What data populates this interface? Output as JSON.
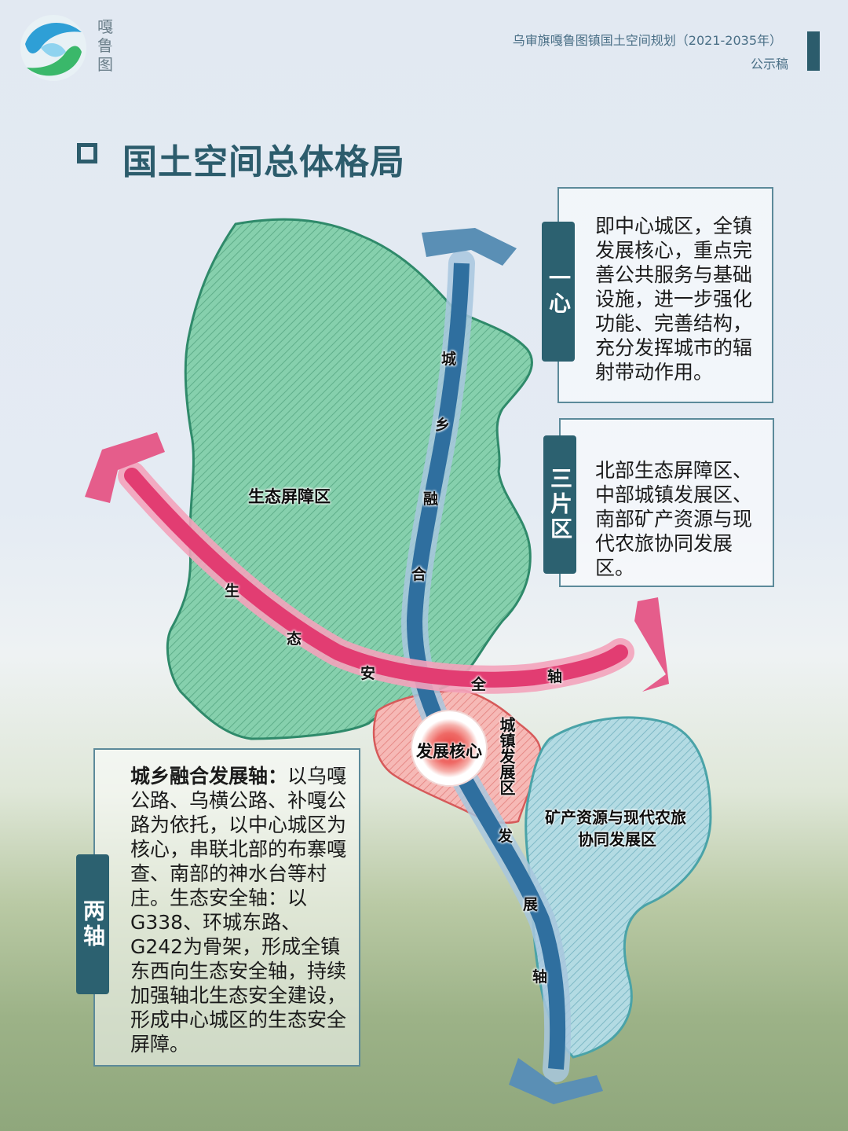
{
  "header": {
    "logo_text": "嘎鲁图",
    "doc_title": "乌审旗嘎鲁图镇国土空间规划（2021-2035年）",
    "doc_status": "公示稿"
  },
  "page_title": "国土空间总体格局",
  "cards": {
    "one_center": {
      "tag": "一心",
      "text": "即中心城区，全镇发展核心，重点完善公共服务与基础设施，进一步强化功能、完善结构，充分发挥城市的辐射带动作用。"
    },
    "three_zones": {
      "tag": "三片区",
      "text": "北部生态屏障区、中部城镇发展区、南部矿产资源与现代农旅协同发展区。"
    },
    "two_axes": {
      "tag": "两轴",
      "lead": "城乡融合发展轴：",
      "text": "以乌嘎公路、乌横公路、补嘎公路为依托，以中心城区为核心，串联北部的布寨嘎查、南部的神水台等村庄。生态安全轴：以G338、环城东路、G242为骨架，形成全镇东西向生态安全轴，持续加强轴北生态安全建设，形成中心城区的生态安全屏障。"
    }
  },
  "map": {
    "zone_north": "生态屏障区",
    "zone_middle": "城镇发展区",
    "zone_south_line1": "矿产资源与现代农旅",
    "zone_south_line2": "协同发展区",
    "core_label": "发展核心",
    "axis_urban_rural": [
      "城",
      "乡",
      "融",
      "合",
      "发",
      "展",
      "轴"
    ],
    "axis_ecology": [
      "生",
      "态",
      "安",
      "全",
      "轴"
    ],
    "colors": {
      "green_zone": "#7cc9a7",
      "blue_zone": "#a9d3dd",
      "red_zone": "#f3a6a6",
      "blue_axis": "#2f6f9f",
      "pink_axis": "#e23d72",
      "tag": "#2c6170"
    }
  }
}
